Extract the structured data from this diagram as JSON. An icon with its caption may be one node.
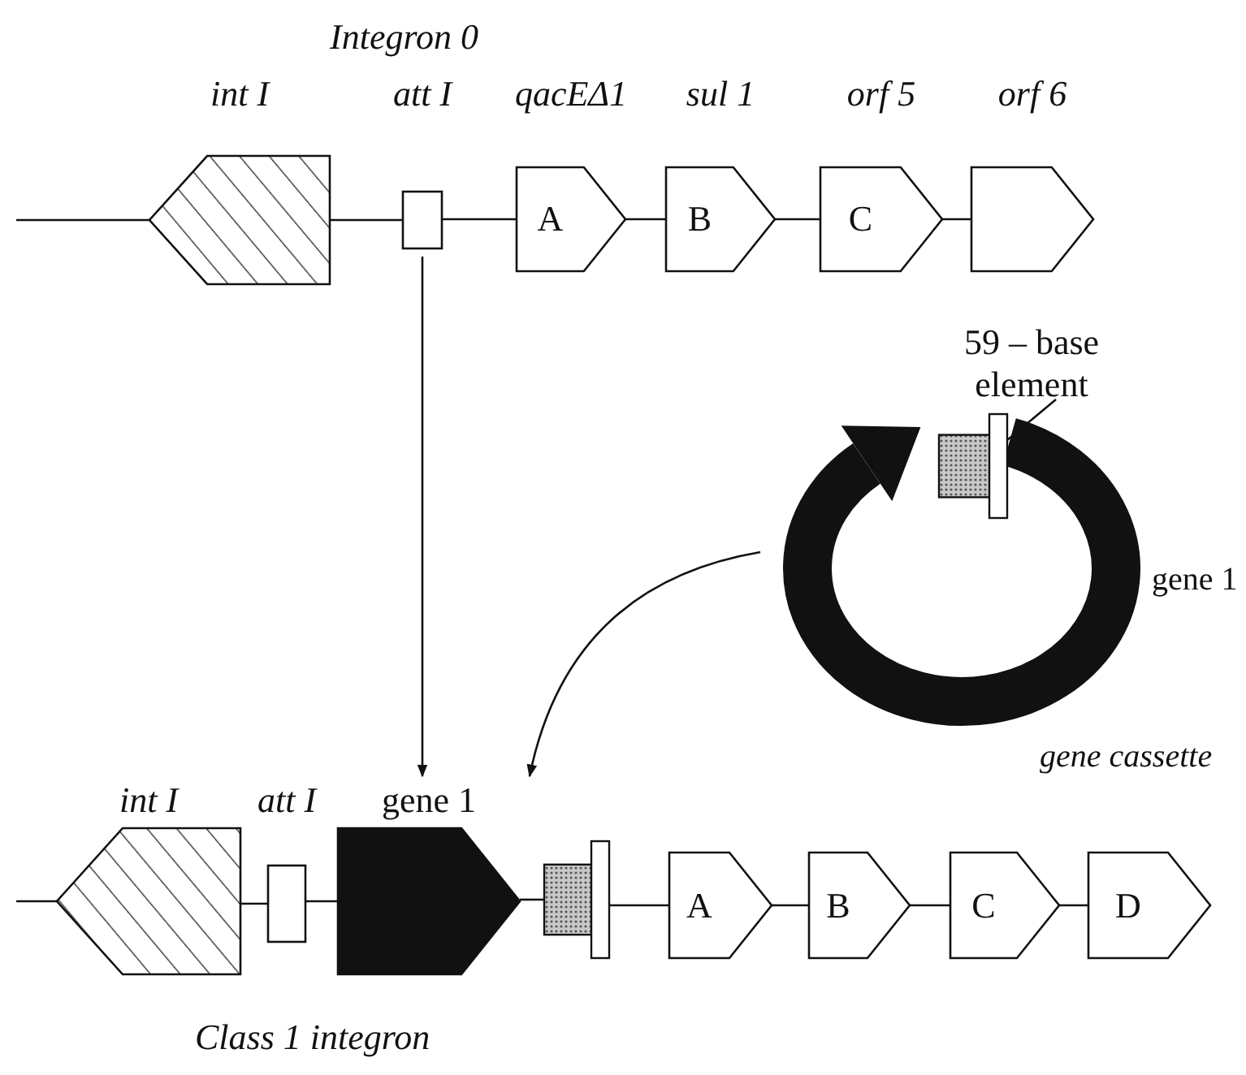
{
  "diagram": {
    "nodes": [
      {
        "text": [
          "int I"
        ]
      },
      {
        "text": [
          "att I"
        ]
      },
      {
        "text": [
          "qacEΔ1",
          "A"
        ]
      },
      {
        "text": [
          "sul 1",
          "B"
        ]
      },
      {
        "text": [
          "orf 5",
          "C"
        ]
      },
      {
        "text": [
          "orf 6"
        ]
      },
      {
        "text": [],
        "shape": "circle",
        "beside": [
          "gene 1",
          "gene cassette"
        ]
      },
      {
        "text": [],
        "shape": "box"
      },
      {
        "text": [
          "59 – base element"
        ]
      },
      {
        "text": [
          "int I"
        ]
      },
      {
        "text": [
          "att I"
        ]
      },
      {
        "text": [
          "gene 1"
        ]
      },
      {
        "text": [],
        "shape": "box"
      },
      {
        "text": [
          "A"
        ]
      },
      {
        "text": [
          "B"
        ]
      },
      {
        "text": [
          "C"
        ]
      },
      {
        "text": [
          "D"
        ]
      }
    ],
    "edges": [
      {
        "from": null,
        "to": 0,
        "arrow": "none"
      },
      {
        "from": 0,
        "to": 1,
        "arrow": "none"
      },
      {
        "from": 1,
        "to": 2,
        "arrow": "none"
      },
      {
        "from": 2,
        "to": 3,
        "arrow": "none"
      },
      {
        "from": 3,
        "to": 4,
        "arrow": "none"
      },
      {
        "from": 4,
        "to": 5,
        "arrow": "none"
      },
      {
        "from": 8,
        "to": 7,
        "arrow": "to"
      },
      {
        "from": 6,
        "to": null,
        "arrow": "to"
      },
      {
        "from": 1,
        "to": 11,
        "arrow": "to"
      },
      {
        "from": null,
        "to": 9,
        "arrow": "none"
      },
      {
        "from": 9,
        "to": 10,
        "arrow": "none"
      },
      {
        "from": 10,
        "to": 11,
        "arrow": "none"
      },
      {
        "from": 11,
        "to": 12,
        "arrow": "none"
      },
      {
        "from": 12,
        "to": 13,
        "arrow": "none"
      },
      {
        "from": 13,
        "to": 14,
        "arrow": "none"
      },
      {
        "from": 14,
        "to": 15,
        "arrow": "none"
      },
      {
        "from": 15,
        "to": 16,
        "arrow": "none"
      }
    ],
    "labels": [
      "Integron 0",
      "Class 1 integron"
    ]
  }
}
